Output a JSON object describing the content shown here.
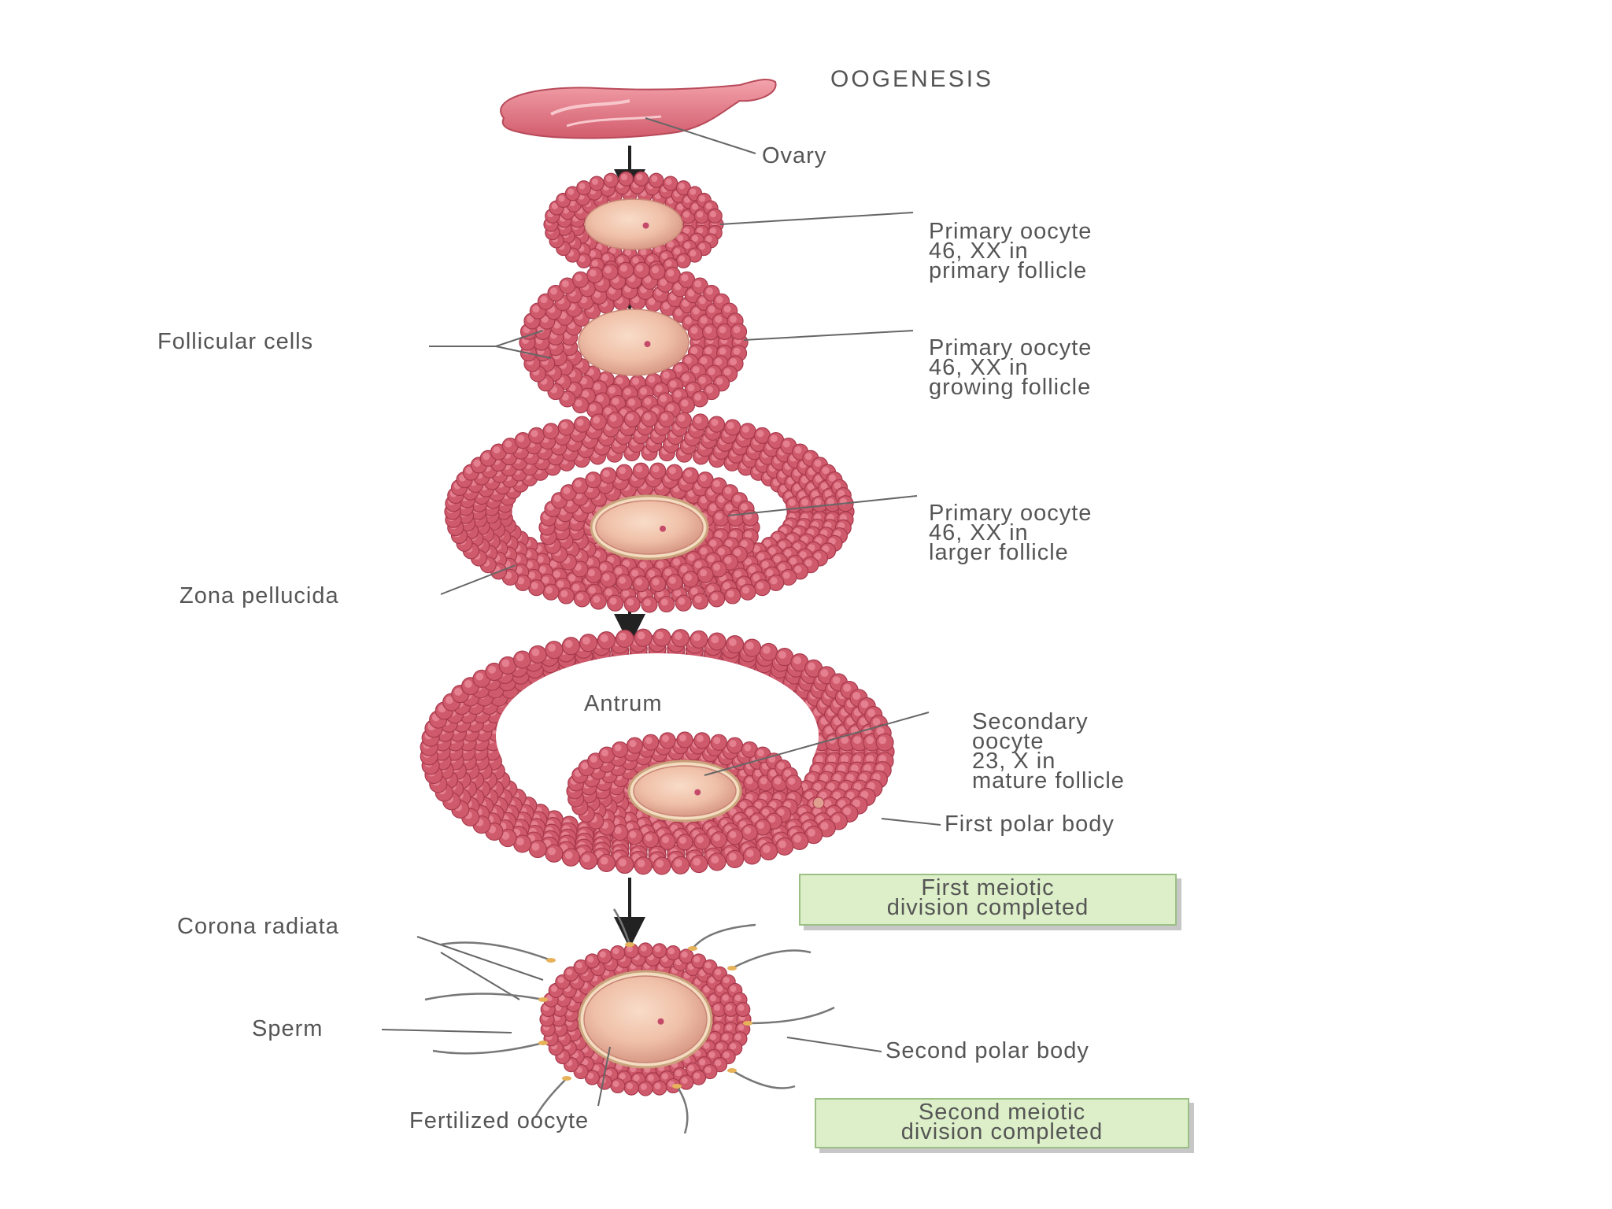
{
  "title": "OOGENESIS",
  "labels": {
    "ovary": "Ovary",
    "primary_follicle": [
      "Primary oocyte",
      "46, XX in",
      "primary follicle"
    ],
    "growing_follicle": [
      "Primary oocyte",
      "46, XX in",
      "growing follicle"
    ],
    "follicular_cells": "Follicular cells",
    "larger_follicle": [
      "Primary oocyte",
      "46, XX in",
      "larger follicle"
    ],
    "zona_pellucida": "Zona pellucida",
    "antrum": "Antrum",
    "mature_follicle": [
      "Secondary",
      "oocyte",
      "23, X in",
      "mature follicle"
    ],
    "first_polar_body": "First polar body",
    "corona_radiata": "Corona radiata",
    "sperm": "Sperm",
    "second_polar_body": "Second polar body",
    "fertilized_oocyte": "Fertilized oocyte"
  },
  "boxes": {
    "first_meiotic": [
      "First meiotic",
      "division completed"
    ],
    "second_meiotic": [
      "Second meiotic",
      "division completed"
    ]
  },
  "colors": {
    "cell_fill": "#cf5a6c",
    "cell_light": "#e88a98",
    "oocyte": "#f0c0a8",
    "box_fill": "#dcefc8",
    "text": "#555555"
  }
}
